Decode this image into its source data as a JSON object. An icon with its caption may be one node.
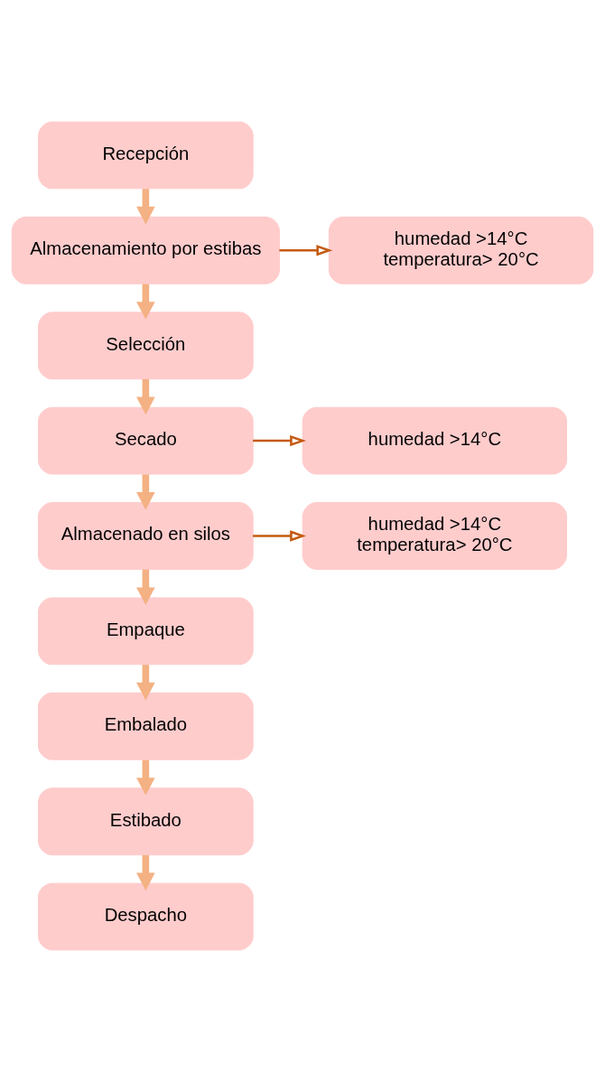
{
  "diagram": {
    "nodes": [
      {
        "text": [
          "Recepción"
        ]
      },
      {
        "text": [
          "Almacenamiento por estibas"
        ]
      },
      {
        "text": [
          "humedad >14°C",
          "temperatura> 20°C"
        ]
      },
      {
        "text": [
          "Selección"
        ]
      },
      {
        "text": [
          "Secado"
        ]
      },
      {
        "text": [
          "humedad >14°C"
        ]
      },
      {
        "text": [
          "Almacenado en silos"
        ]
      },
      {
        "text": [
          "humedad >14°C",
          "temperatura> 20°C"
        ]
      },
      {
        "text": [
          "Empaque"
        ]
      },
      {
        "text": [
          "Embalado"
        ]
      },
      {
        "text": [
          "Estibado"
        ]
      },
      {
        "text": [
          "Despacho"
        ]
      }
    ],
    "edges": [
      {
        "from": 0,
        "to": 1,
        "arrow": "to"
      },
      {
        "from": 1,
        "to": 2,
        "arrow": "to",
        "color": "#c55a11"
      },
      {
        "from": 1,
        "to": 3,
        "arrow": "to"
      },
      {
        "from": 3,
        "to": 4,
        "arrow": "to"
      },
      {
        "from": 4,
        "to": 5,
        "arrow": "to",
        "color": "#c55a11"
      },
      {
        "from": 4,
        "to": 6,
        "arrow": "to"
      },
      {
        "from": 6,
        "to": 7,
        "arrow": "to",
        "color": "#c55a11"
      },
      {
        "from": 6,
        "to": 8,
        "arrow": "to"
      },
      {
        "from": 8,
        "to": 9,
        "arrow": "to"
      },
      {
        "from": 9,
        "to": 10,
        "arrow": "to"
      },
      {
        "from": 10,
        "to": 11,
        "arrow": "to"
      }
    ]
  }
}
